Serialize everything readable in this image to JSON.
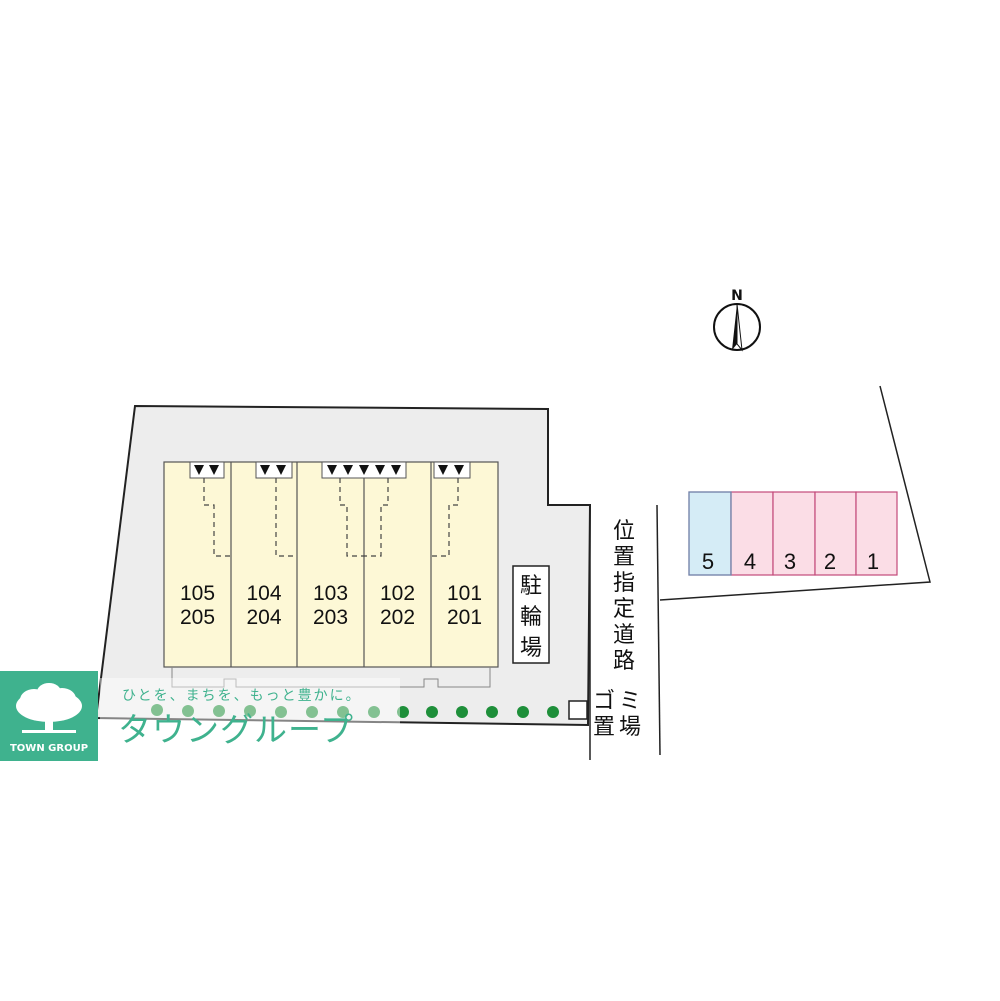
{
  "map": {
    "north_label": "N",
    "units": [
      {
        "top": "105",
        "bottom": "205"
      },
      {
        "top": "104",
        "bottom": "204"
      },
      {
        "top": "103",
        "bottom": "203"
      },
      {
        "top": "102",
        "bottom": "202"
      },
      {
        "top": "101",
        "bottom": "201"
      }
    ],
    "bicycle_parking": [
      "駐",
      "輪",
      "場"
    ],
    "designated_road": [
      "位",
      "置",
      "指",
      "定",
      "道",
      "路"
    ],
    "garbage_col1": [
      "ゴ",
      "置"
    ],
    "garbage_col2": [
      "ミ",
      "場"
    ],
    "parking": [
      "5",
      "4",
      "3",
      "2",
      "1"
    ],
    "colors": {
      "site": "#ededed",
      "building": "#fdf8d6",
      "parking_pink": "#fbdde6",
      "parking_blue": "#d5ecf6",
      "hedge": "#1e8f3a",
      "brand": "#3fb28e"
    }
  },
  "branding": {
    "logo_text": "TOWN GROUP",
    "tagline": "ひとを、まちを、もっと豊かに。",
    "brand_name": "タウングループ"
  }
}
